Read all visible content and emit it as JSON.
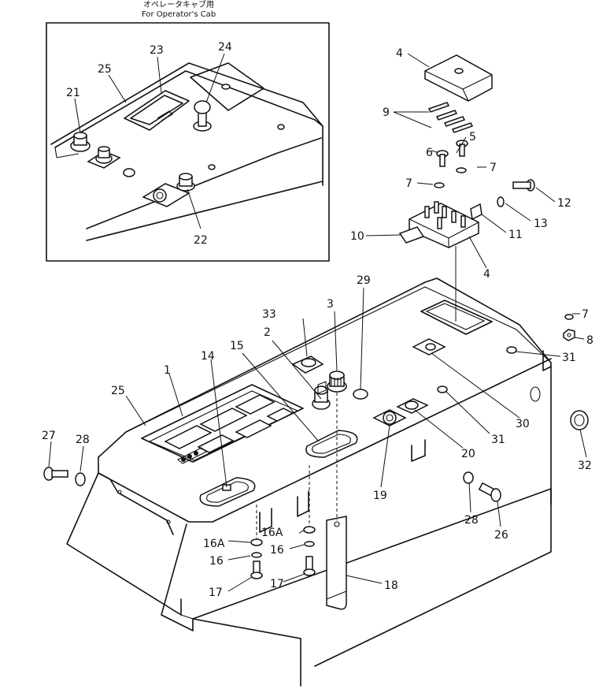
{
  "header": {
    "japanese": "オペレータキャブ用",
    "english": "For Operator's Cab"
  },
  "labels": {
    "l1": "1",
    "l2": "2",
    "l3": "3",
    "l4a": "4",
    "l4b": "4",
    "l5": "5",
    "l6": "6",
    "l7a": "7",
    "l7b": "7",
    "l7c": "7",
    "l8": "8",
    "l9": "9",
    "l10": "10",
    "l11": "11",
    "l12": "12",
    "l13": "13",
    "l14": "14",
    "l15": "15",
    "l16a": "16A",
    "l16b": "16",
    "l16c": "16A",
    "l16d": "16",
    "l17a": "17",
    "l17b": "17",
    "l18": "18",
    "l19": "19",
    "l20": "20",
    "l21": "21",
    "l22": "22",
    "l23": "23",
    "l24": "24",
    "l25a": "25",
    "l25b": "25",
    "l26": "26",
    "l27": "27",
    "l28a": "28",
    "l28b": "28",
    "l29": "29",
    "l30": "30",
    "l31a": "31",
    "l31b": "31",
    "l32": "32",
    "l33": "33"
  }
}
